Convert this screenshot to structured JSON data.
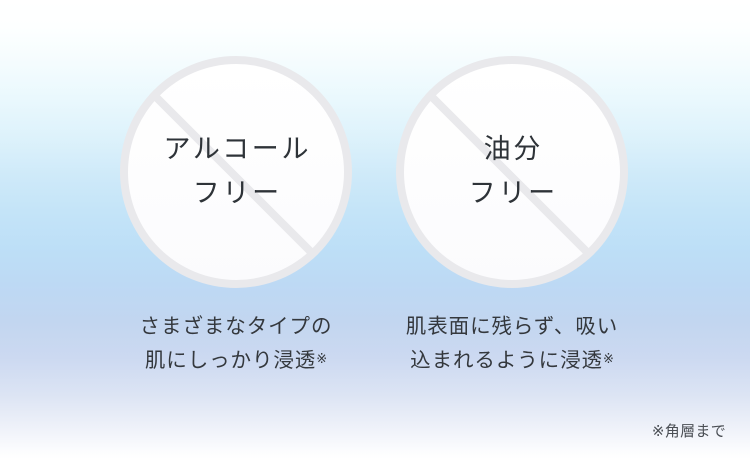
{
  "background": {
    "top_color": "#ffffff",
    "mid_color": "#bddff7",
    "lower_color": "#c6d7f1",
    "bottom_color": "#ffffff"
  },
  "theme": {
    "ring_color": "#e9e9ec",
    "disc_color": "#fdfdfe",
    "text_color": "#2e3338",
    "caption_color": "#34383d",
    "footnote_color": "#4a4e54"
  },
  "badges": [
    {
      "id": "alcohol-free",
      "icon": "no-entry-slash-icon",
      "label_lines": [
        "アルコール",
        "フリー"
      ],
      "caption_lines": [
        "さまざまなタイプの",
        "肌にしっかり浸透"
      ],
      "caption_mark": "※"
    },
    {
      "id": "oil-free",
      "icon": "no-entry-slash-icon",
      "label_lines": [
        "油分",
        "フリー"
      ],
      "caption_lines": [
        "肌表面に残らず、吸い",
        "込まれるように浸透"
      ],
      "caption_mark": "※"
    }
  ],
  "footnote": {
    "text": "※角層まで"
  }
}
